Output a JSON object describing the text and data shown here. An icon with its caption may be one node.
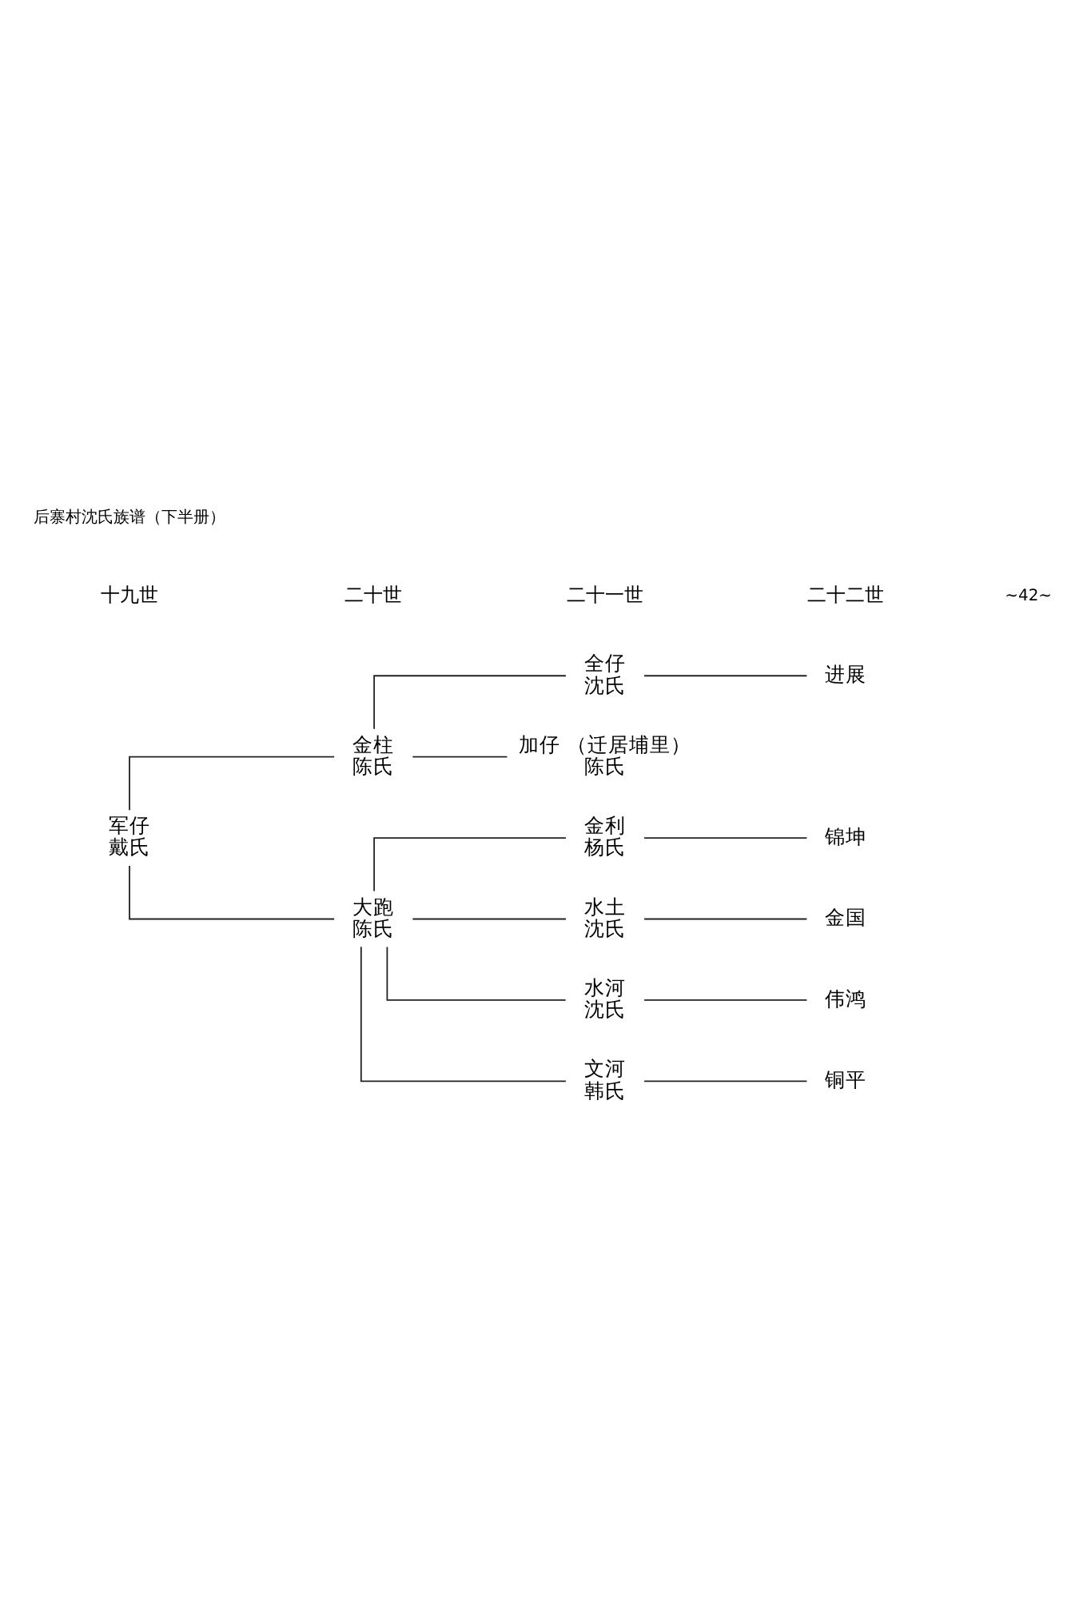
{
  "diagram": {
    "nodes": [
      {
        "text": [
          "军仔",
          "戴氏"
        ]
      },
      {
        "text": [
          "金柱",
          "陈氏"
        ]
      },
      {
        "text": [
          "大跑",
          "陈氏"
        ]
      },
      {
        "text": [
          "全仔",
          "沈氏"
        ]
      },
      {
        "text": [
          "加仔",
          "陈氏"
        ],
        "beside": [
          "（迁居埔里）"
        ]
      },
      {
        "text": [
          "金利",
          "杨氏"
        ]
      },
      {
        "text": [
          "水土",
          "沈氏"
        ]
      },
      {
        "text": [
          "水河",
          "沈氏"
        ]
      },
      {
        "text": [
          "文河",
          "韩氏"
        ]
      },
      {
        "text": [
          "进展"
        ]
      },
      {
        "text": [
          "锦坤"
        ]
      },
      {
        "text": [
          "金国"
        ]
      },
      {
        "text": [
          "伟鸿"
        ]
      },
      {
        "text": [
          "铜平"
        ]
      }
    ],
    "edges": [
      {
        "from": 0,
        "to": 1,
        "arrow": "none"
      },
      {
        "from": 0,
        "to": 2,
        "arrow": "none"
      },
      {
        "from": 1,
        "to": 3,
        "arrow": "none"
      },
      {
        "from": 1,
        "to": 4,
        "arrow": "none"
      },
      {
        "from": 2,
        "to": 5,
        "arrow": "none"
      },
      {
        "from": 2,
        "to": 6,
        "arrow": "none"
      },
      {
        "from": 2,
        "to": 7,
        "arrow": "none"
      },
      {
        "from": 2,
        "to": 8,
        "arrow": "none"
      },
      {
        "from": 3,
        "to": 9,
        "arrow": "none"
      },
      {
        "from": 5,
        "to": 10,
        "arrow": "none"
      },
      {
        "from": 6,
        "to": 11,
        "arrow": "none"
      },
      {
        "from": 7,
        "to": 12,
        "arrow": "none"
      },
      {
        "from": 8,
        "to": 13,
        "arrow": "none"
      }
    ],
    "labels": [
      "十九世",
      "二十世",
      "二十一世",
      "二十二世",
      "~42~",
      "后寨村沈氏族谱（下半册）"
    ]
  }
}
